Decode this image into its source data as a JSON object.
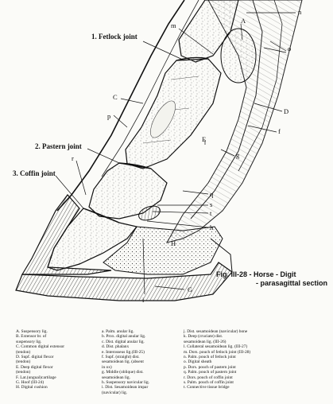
{
  "figure": {
    "title_line1": "Fig. III-28 - Horse - Digit",
    "title_line2": "- parasagittal section",
    "joint_labels": {
      "fetlock": "1. Fetlock joint",
      "pastern": "2. Pastern joint",
      "coffin": "3. Coffin joint"
    },
    "letters": {
      "n": "n",
      "m": "m",
      "A": "A",
      "o": "o",
      "C": "C",
      "p": "p",
      "D": "D",
      "f": "f",
      "E": "E",
      "g": "g",
      "r": "r",
      "q": "q",
      "s": "s",
      "t": "t",
      "h": "h",
      "H": "H",
      "G": "G",
      "i": "i"
    }
  },
  "legend": {
    "col1": [
      "A. Suspensory lig.",
      "B. Extensor br. of",
      "    suspensory lig.",
      "C. Common digital extensor",
      "    (tendon)",
      "D. Supf. digital flexor",
      "    (tendon)",
      "E. Deep digital flexor",
      "    (tendon)",
      "F. Lat.(ungual)cartilage",
      "G. Hoof (III-24)",
      "H. Digital cushion"
    ],
    "col2": [
      "a. Palm. anular lig.",
      "b. Prox. digital anular lig.",
      "c. Dist. digital anular lig.",
      "d. Dist. phalanx",
      "e. Interosseus lig.(III-25)",
      "f. Supf. (straight) dist.",
      "    sesamoidean lig. (absent",
      "    in ox)",
      "g. Middle (oblique) dist.",
      "    sesamoidean lig.",
      "h. Suspensory navicular lig.",
      "i. Dist. Sesamoidean impar",
      "    (navicular) lig."
    ],
    "col3": [
      "j. Dist. sesamoidean (navicular) bone",
      "k. Deep (cruciate) dist.",
      "    sesamoidean lig. (III-26)",
      "l. Collateral sesamoidean lig. (III-27)",
      "m. Dors. pouch of fetlock joint (III-28)",
      "n. Palm. pouch of fetlock joint",
      "o. Digital sheath",
      "p. Dors. pouch of pastern joint",
      "q. Palm. pouch of pastern joint",
      "r. Dors. pouch of coffin joint",
      "s. Palm. pouch of coffin joint",
      "t. Connective tissue bridge"
    ]
  }
}
